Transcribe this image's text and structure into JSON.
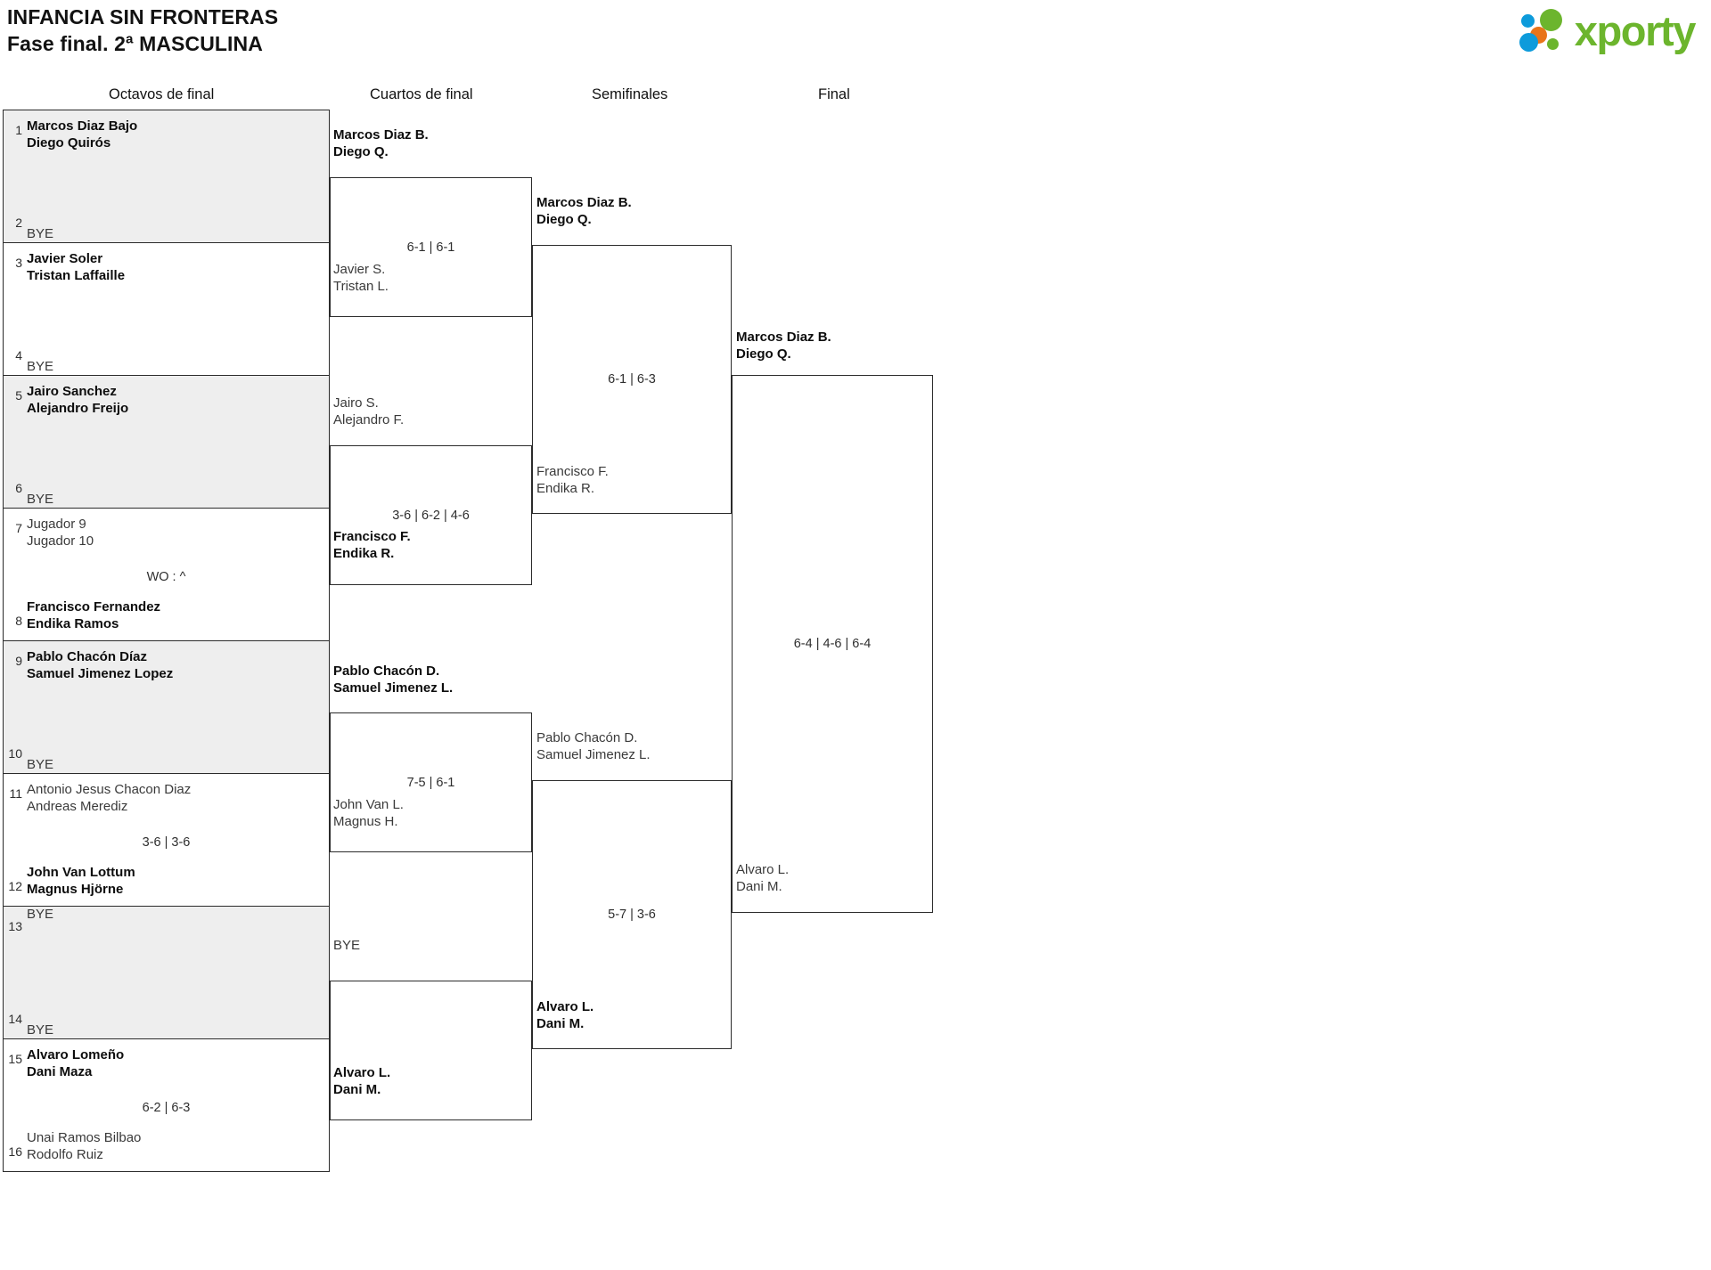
{
  "header": {
    "title_line1": "INFANCIA SIN FRONTERAS",
    "title_line2": "Fase final. 2ª MASCULINA",
    "logo_word": "xporty",
    "colors": {
      "green": "#6cb52d",
      "blue": "#0d9bdb",
      "orange": "#e8751a",
      "row_shade": "#eeeeee",
      "border": "#2b2b2b"
    }
  },
  "rounds": [
    {
      "label": "Octavos de final"
    },
    {
      "label": "Cuartos de final"
    },
    {
      "label": "Semifinales"
    },
    {
      "label": "Final"
    }
  ],
  "round1": {
    "pairs": [
      {
        "shaded": true,
        "top": {
          "seed": "1",
          "names": [
            "Marcos Diaz Bajo",
            "Diego Quirós"
          ],
          "status": "winner"
        },
        "bottom": {
          "seed": "2",
          "bye": "BYE"
        },
        "score": ""
      },
      {
        "shaded": false,
        "top": {
          "seed": "3",
          "names": [
            "Javier Soler",
            "Tristan Laffaille"
          ],
          "status": "winner"
        },
        "bottom": {
          "seed": "4",
          "bye": "BYE"
        },
        "score": ""
      },
      {
        "shaded": true,
        "top": {
          "seed": "5",
          "names": [
            "Jairo Sanchez",
            "Alejandro Freijo"
          ],
          "status": "winner"
        },
        "bottom": {
          "seed": "6",
          "bye": "BYE"
        },
        "score": ""
      },
      {
        "shaded": false,
        "top": {
          "seed": "7",
          "names": [
            "Jugador 9",
            "Jugador 10"
          ],
          "status": "loser"
        },
        "bottom": {
          "seed": "8",
          "names": [
            "Francisco Fernandez",
            "Endika Ramos"
          ],
          "status": "winner"
        },
        "score": "WO : ^"
      },
      {
        "shaded": true,
        "top": {
          "seed": "9",
          "names": [
            "Pablo Chacón Díaz",
            "Samuel Jimenez Lopez"
          ],
          "status": "winner"
        },
        "bottom": {
          "seed": "10",
          "bye": "BYE"
        },
        "score": ""
      },
      {
        "shaded": false,
        "top": {
          "seed": "11",
          "names": [
            "Antonio Jesus Chacon Diaz",
            "Andreas Merediz"
          ],
          "status": "loser"
        },
        "bottom": {
          "seed": "12",
          "names": [
            "John Van Lottum",
            "Magnus Hjörne"
          ],
          "status": "winner"
        },
        "score": "3-6 | 3-6"
      },
      {
        "shaded": true,
        "top": {
          "seed": "13",
          "bye": "BYE"
        },
        "bottom": {
          "seed": "14",
          "bye": "BYE"
        },
        "score": ""
      },
      {
        "shaded": false,
        "top": {
          "seed": "15",
          "names": [
            "Alvaro Lomeño",
            "Dani Maza"
          ],
          "status": "winner"
        },
        "bottom": {
          "seed": "16",
          "names": [
            "Unai Ramos Bilbao",
            "Rodolfo Ruiz"
          ],
          "status": "loser"
        },
        "score": "6-2 | 6-3"
      }
    ]
  },
  "round2": {
    "matches": [
      {
        "top": {
          "names": [
            "Marcos Diaz B.",
            "Diego Q."
          ],
          "status": "winner"
        },
        "bottom": {
          "names": [
            "Javier S.",
            "Tristan L."
          ],
          "status": "loser"
        },
        "score": "6-1 | 6-1"
      },
      {
        "top": {
          "names": [
            "Jairo S.",
            "Alejandro F."
          ],
          "status": "loser"
        },
        "bottom": {
          "names": [
            "Francisco F.",
            "Endika R."
          ],
          "status": "winner"
        },
        "score": "3-6 | 6-2 | 4-6"
      },
      {
        "top": {
          "names": [
            "Pablo Chacón D.",
            "Samuel Jimenez L."
          ],
          "status": "winner"
        },
        "bottom": {
          "names": [
            "John Van L.",
            "Magnus H."
          ],
          "status": "loser"
        },
        "score": "7-5 | 6-1"
      },
      {
        "top": {
          "bye": "BYE"
        },
        "bottom": {
          "names": [
            "Alvaro L.",
            "Dani M."
          ],
          "status": "winner"
        },
        "score": ""
      }
    ]
  },
  "round3": {
    "matches": [
      {
        "top": {
          "names": [
            "Marcos Diaz B.",
            "Diego Q."
          ],
          "status": "winner"
        },
        "bottom": {
          "names": [
            "Francisco F.",
            "Endika R."
          ],
          "status": "loser"
        },
        "score": "6-1 | 6-3"
      },
      {
        "top": {
          "names": [
            "Pablo Chacón D.",
            "Samuel Jimenez L."
          ],
          "status": "loser"
        },
        "bottom": {
          "names": [
            "Alvaro L.",
            "Dani M."
          ],
          "status": "winner"
        },
        "score": "5-7 | 3-6"
      }
    ]
  },
  "round4": {
    "matches": [
      {
        "top": {
          "names": [
            "Marcos Diaz B.",
            "Diego Q."
          ],
          "status": "winner"
        },
        "bottom": {
          "names": [
            "Alvaro L.",
            "Dani M."
          ],
          "status": "loser"
        },
        "score": "6-4 | 4-6 | 6-4"
      }
    ]
  }
}
